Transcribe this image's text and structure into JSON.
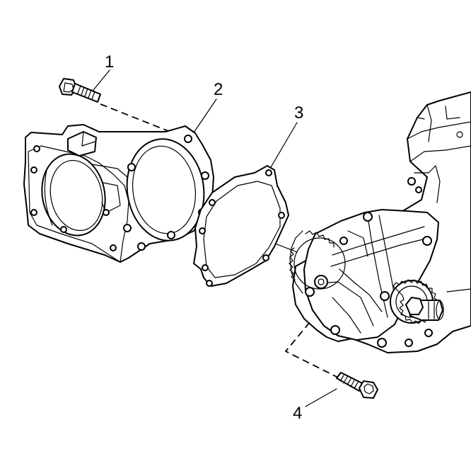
{
  "callouts": {
    "c1": "1",
    "c2": "2",
    "c3": "3",
    "c4": "4"
  },
  "parts": {
    "bolt_top": "bolt-icon",
    "adapter_housing": "adapter-housing-icon",
    "gasket": "gasket-icon",
    "transfer_case": "transfer-case-icon",
    "bolt_bottom": "bolt-icon"
  }
}
